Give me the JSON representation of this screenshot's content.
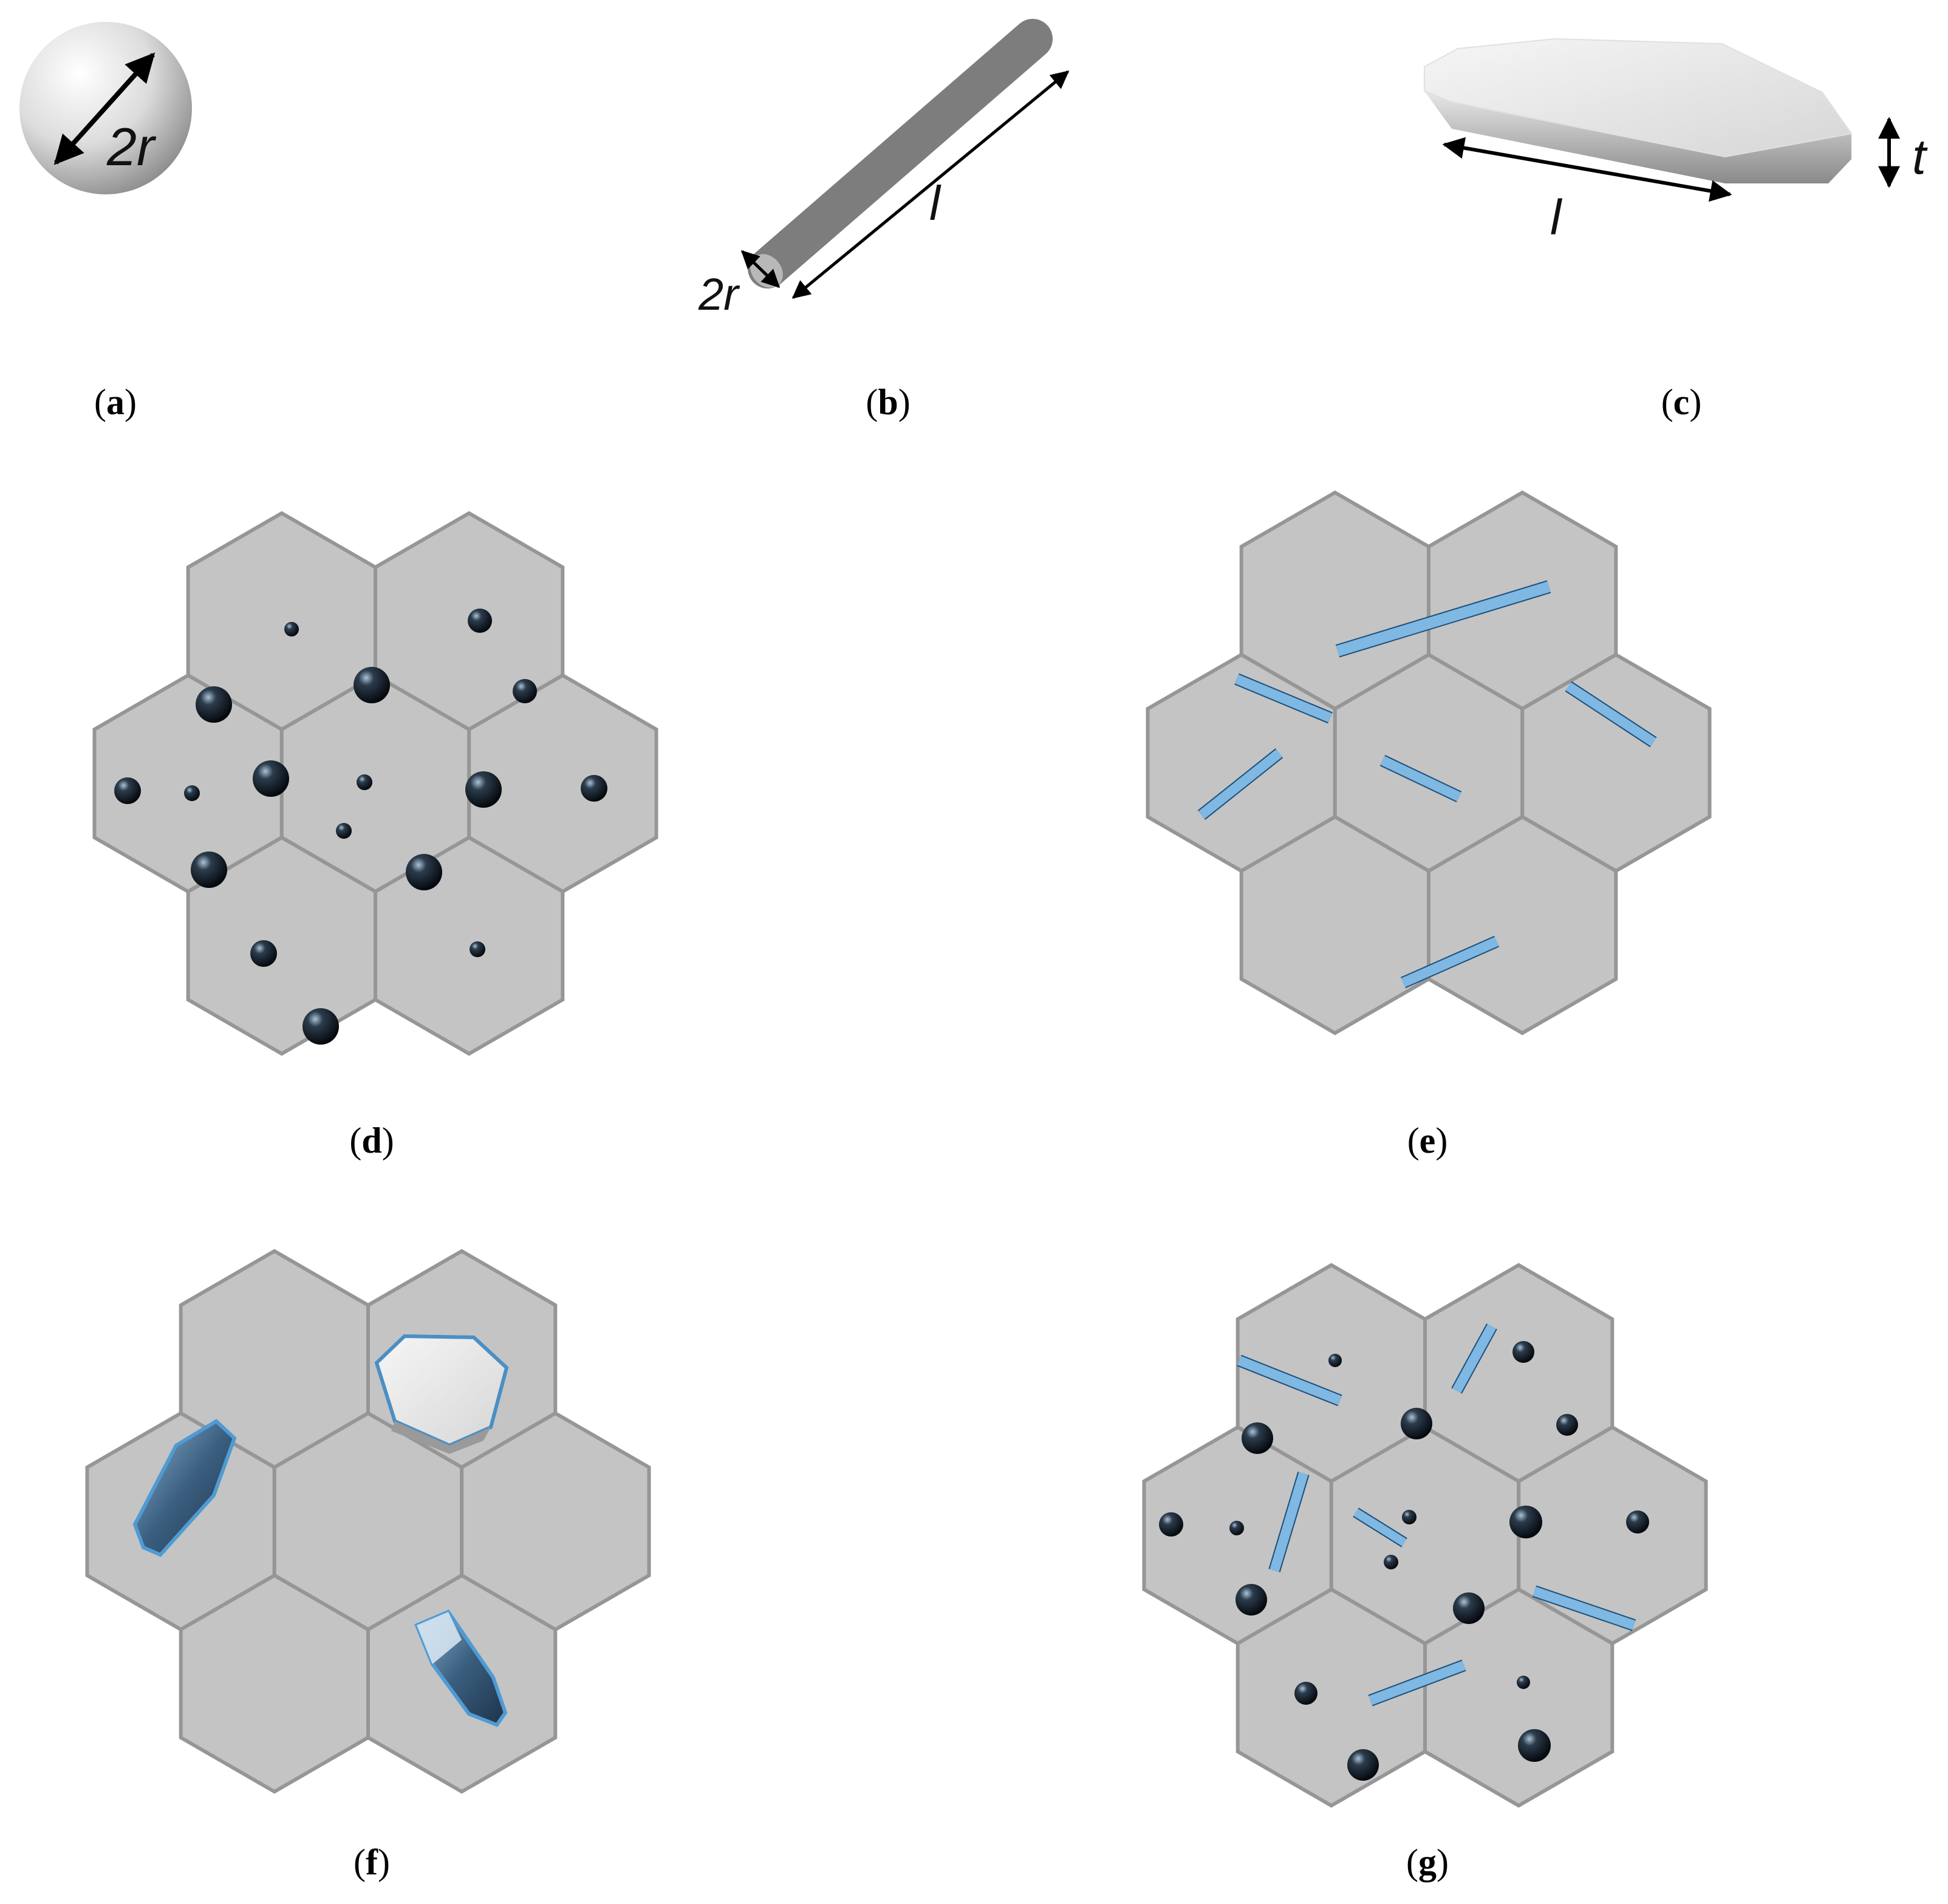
{
  "panels": {
    "a": {
      "label": "a",
      "dim": "2r",
      "shape": "sphere"
    },
    "b": {
      "label": "b",
      "dim_length": "l",
      "dim_diameter": "2r",
      "shape": "rod"
    },
    "c": {
      "label": "c",
      "dim_length": "l",
      "dim_thickness": "t",
      "shape": "platelet"
    },
    "d": {
      "label": "d",
      "content": "spherical particles in grains"
    },
    "e": {
      "label": "e",
      "content": "rod particles in grains"
    },
    "f": {
      "label": "f",
      "content": "platelet particles in grains"
    },
    "g": {
      "label": "g",
      "content": "mixed particles in grains"
    }
  },
  "colors": {
    "grain_fill": "#c4c4c4",
    "grain_edge": "#969696",
    "particle_dark": "#101820",
    "rod_blue": "#4a8fc4",
    "rod_gray": "#7d7d7d"
  }
}
